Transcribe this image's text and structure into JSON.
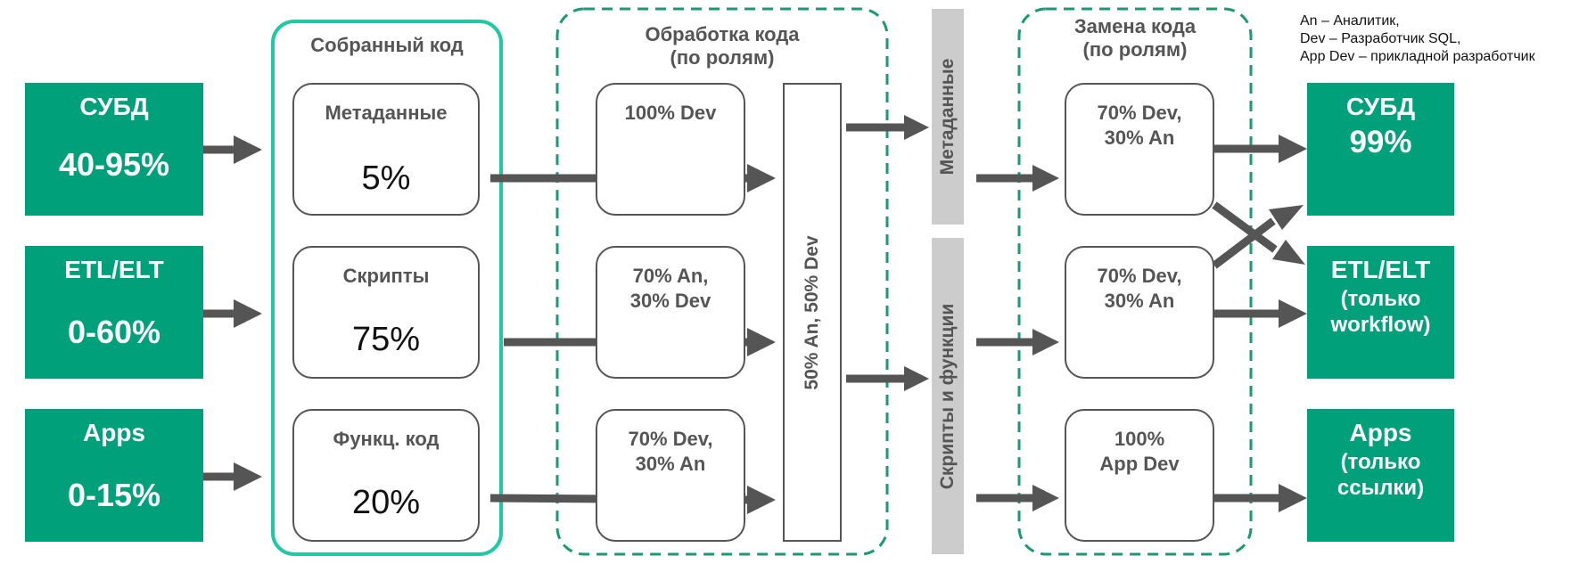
{
  "sources": [
    {
      "name": "СУБД",
      "value": "40-95%"
    },
    {
      "name": "ETL/ELT",
      "value": "0-60%"
    },
    {
      "name": "Apps",
      "value": "0-15%"
    }
  ],
  "collected": {
    "title": "Собранный код",
    "items": [
      {
        "label": "Метаданные",
        "value": "5%"
      },
      {
        "label": "Скрипты",
        "value": "75%"
      },
      {
        "label": "Функц. код",
        "value": "20%"
      }
    ]
  },
  "processing": {
    "title_line1": "Обработка кода",
    "title_line2": "(по ролям)",
    "items": [
      {
        "line1": "100% Dev",
        "line2": ""
      },
      {
        "line1": "70% An,",
        "line2": "30% Dev"
      },
      {
        "line1": "70% Dev,",
        "line2": "30% An"
      }
    ],
    "bar_label": "50% An, 50% Dev"
  },
  "categories": {
    "metadata": "Метаданные",
    "scripts": "Скрипты и функции"
  },
  "replacement": {
    "title_line1": "Замена кода",
    "title_line2": "(по ролям)",
    "items": [
      {
        "line1": "70% Dev,",
        "line2": "30% An"
      },
      {
        "line1": "70% Dev,",
        "line2": "30% An"
      },
      {
        "line1": "100%",
        "line2": "App Dev"
      }
    ]
  },
  "targets": [
    {
      "line1": "СУБД",
      "line2": "99%",
      "line3": ""
    },
    {
      "line1": "ETL/ELT",
      "line2": "(только",
      "line3": "workflow)"
    },
    {
      "line1": "Apps",
      "line2": "(только",
      "line3": "ссылки)"
    }
  ],
  "legend": [
    "An – Аналитик,",
    "Dev – Разработчик SQL,",
    "App Dev – прикладной разработчик"
  ],
  "colors": {
    "green": "#00a07a",
    "frame_green": "#1fc9a2",
    "dashed_green": "#1a9a72",
    "arrow_gray": "#555555",
    "bar_gray": "#cccccc"
  }
}
